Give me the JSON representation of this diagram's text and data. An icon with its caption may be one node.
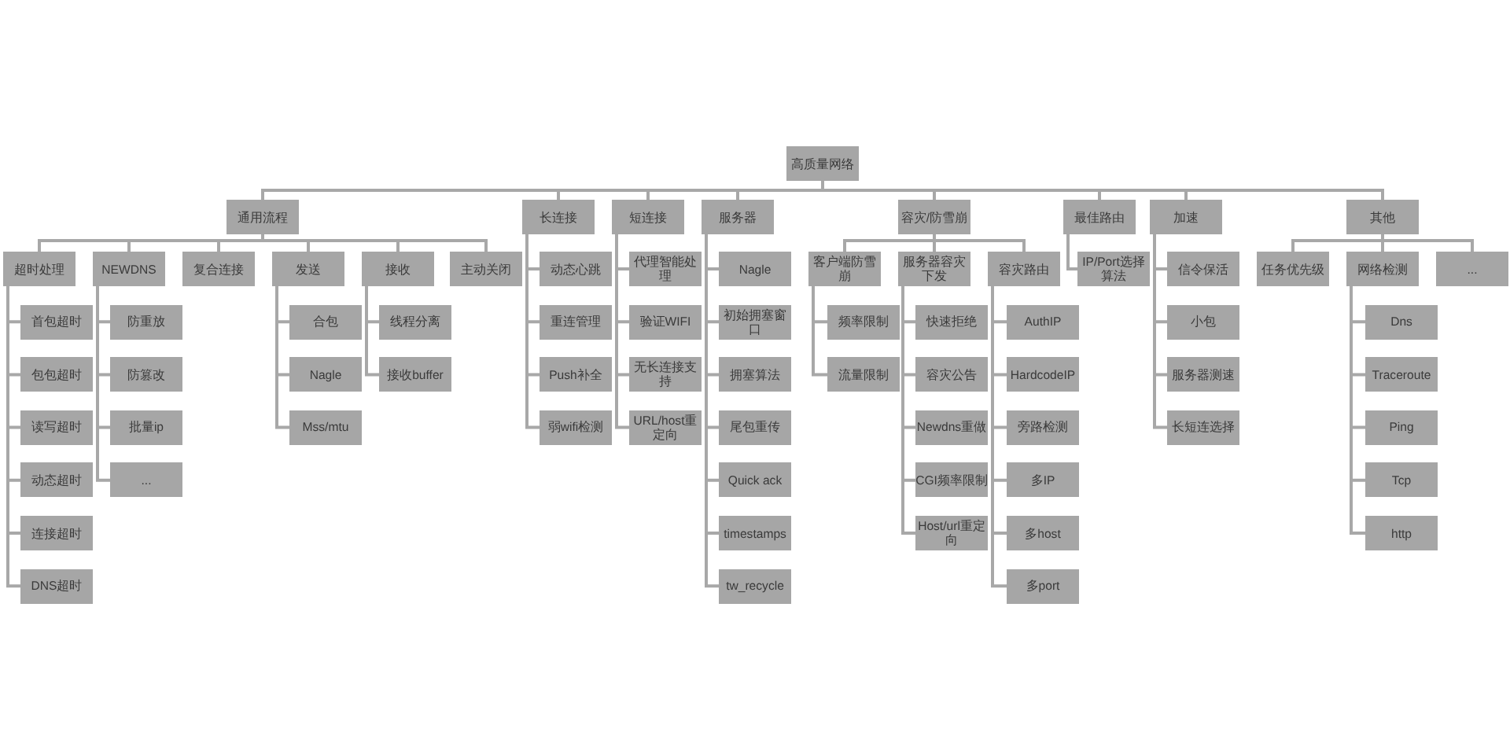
{
  "diagram": {
    "nodes": [
      {
        "text": [
          "高质量网络"
        ]
      },
      {
        "text": [
          "通用流程"
        ]
      },
      {
        "text": [
          "超时处理"
        ]
      },
      {
        "text": [
          "首包超时"
        ]
      },
      {
        "text": [
          "包包超时"
        ]
      },
      {
        "text": [
          "读写超时"
        ]
      },
      {
        "text": [
          "动态超时"
        ]
      },
      {
        "text": [
          "连接超时"
        ]
      },
      {
        "text": [
          "DNS超时"
        ]
      },
      {
        "text": [
          "NEWDNS"
        ]
      },
      {
        "text": [
          "防重放"
        ]
      },
      {
        "text": [
          "防篡改"
        ]
      },
      {
        "text": [
          "批量ip"
        ]
      },
      {
        "text": [
          "..."
        ]
      },
      {
        "text": [
          "复合连接"
        ]
      },
      {
        "text": [
          "发送"
        ]
      },
      {
        "text": [
          "合包"
        ]
      },
      {
        "text": [
          "Nagle"
        ]
      },
      {
        "text": [
          "Mss/mtu"
        ]
      },
      {
        "text": [
          "接收"
        ]
      },
      {
        "text": [
          "线程分离"
        ]
      },
      {
        "text": [
          "接收buffer"
        ]
      },
      {
        "text": [
          "主动关闭"
        ]
      },
      {
        "text": [
          "长连接"
        ]
      },
      {
        "text": [
          "动态心跳"
        ]
      },
      {
        "text": [
          "重连管理"
        ]
      },
      {
        "text": [
          "Push补全"
        ]
      },
      {
        "text": [
          "弱wifi检测"
        ]
      },
      {
        "text": [
          "短连接"
        ]
      },
      {
        "text": [
          "代理智能处理"
        ]
      },
      {
        "text": [
          "验证WIFI"
        ]
      },
      {
        "text": [
          "无长连接支持"
        ]
      },
      {
        "text": [
          "URL/host重定向"
        ]
      },
      {
        "text": [
          "服务器"
        ]
      },
      {
        "text": [
          "Nagle"
        ]
      },
      {
        "text": [
          "初始拥塞窗口"
        ]
      },
      {
        "text": [
          "拥塞算法"
        ]
      },
      {
        "text": [
          "尾包重传"
        ]
      },
      {
        "text": [
          "Quick ack"
        ]
      },
      {
        "text": [
          "timestamps"
        ]
      },
      {
        "text": [
          "tw_recycle"
        ]
      },
      {
        "text": [
          "容灾/防雪崩"
        ]
      },
      {
        "text": [
          "客户端防雪崩"
        ]
      },
      {
        "text": [
          "频率限制"
        ]
      },
      {
        "text": [
          "流量限制"
        ]
      },
      {
        "text": [
          "服务器容灾下发"
        ]
      },
      {
        "text": [
          "快速拒绝"
        ]
      },
      {
        "text": [
          "容灾公告"
        ]
      },
      {
        "text": [
          "Newdns重做"
        ]
      },
      {
        "text": [
          "CGI频率限制"
        ]
      },
      {
        "text": [
          "Host/url重定向"
        ]
      },
      {
        "text": [
          "容灾路由"
        ]
      },
      {
        "text": [
          "AuthIP"
        ]
      },
      {
        "text": [
          "HardcodeIP"
        ]
      },
      {
        "text": [
          "旁路检测"
        ]
      },
      {
        "text": [
          "多IP"
        ]
      },
      {
        "text": [
          "多host"
        ]
      },
      {
        "text": [
          "多port"
        ]
      },
      {
        "text": [
          "最佳路由"
        ]
      },
      {
        "text": [
          "IP/Port选择算法"
        ]
      },
      {
        "text": [
          "加速"
        ]
      },
      {
        "text": [
          "信令保活"
        ]
      },
      {
        "text": [
          "小包"
        ]
      },
      {
        "text": [
          "服务器测速"
        ]
      },
      {
        "text": [
          "长短连选择"
        ]
      },
      {
        "text": [
          "其他"
        ]
      },
      {
        "text": [
          "任务优先级"
        ]
      },
      {
        "text": [
          "网络检测"
        ]
      },
      {
        "text": [
          "Dns"
        ]
      },
      {
        "text": [
          "Traceroute"
        ]
      },
      {
        "text": [
          "Ping"
        ]
      },
      {
        "text": [
          "Tcp"
        ]
      },
      {
        "text": [
          "http"
        ]
      },
      {
        "text": [
          "..."
        ]
      }
    ],
    "edges": [
      {
        "from": 0,
        "to": 1,
        "arrow": "none"
      },
      {
        "from": 1,
        "to": 2,
        "arrow": "none"
      },
      {
        "from": 2,
        "to": 3,
        "arrow": "none"
      },
      {
        "from": 2,
        "to": 4,
        "arrow": "none"
      },
      {
        "from": 2,
        "to": 5,
        "arrow": "none"
      },
      {
        "from": 2,
        "to": 6,
        "arrow": "none"
      },
      {
        "from": 2,
        "to": 7,
        "arrow": "none"
      },
      {
        "from": 2,
        "to": 8,
        "arrow": "none"
      },
      {
        "from": 1,
        "to": 9,
        "arrow": "none"
      },
      {
        "from": 9,
        "to": 10,
        "arrow": "none"
      },
      {
        "from": 9,
        "to": 11,
        "arrow": "none"
      },
      {
        "from": 9,
        "to": 12,
        "arrow": "none"
      },
      {
        "from": 9,
        "to": 13,
        "arrow": "none"
      },
      {
        "from": 1,
        "to": 14,
        "arrow": "none"
      },
      {
        "from": 1,
        "to": 15,
        "arrow": "none"
      },
      {
        "from": 15,
        "to": 16,
        "arrow": "none"
      },
      {
        "from": 15,
        "to": 17,
        "arrow": "none"
      },
      {
        "from": 15,
        "to": 18,
        "arrow": "none"
      },
      {
        "from": 1,
        "to": 19,
        "arrow": "none"
      },
      {
        "from": 19,
        "to": 20,
        "arrow": "none"
      },
      {
        "from": 19,
        "to": 21,
        "arrow": "none"
      },
      {
        "from": 1,
        "to": 22,
        "arrow": "none"
      },
      {
        "from": 0,
        "to": 23,
        "arrow": "none"
      },
      {
        "from": 23,
        "to": 24,
        "arrow": "none"
      },
      {
        "from": 23,
        "to": 25,
        "arrow": "none"
      },
      {
        "from": 23,
        "to": 26,
        "arrow": "none"
      },
      {
        "from": 23,
        "to": 27,
        "arrow": "none"
      },
      {
        "from": 0,
        "to": 28,
        "arrow": "none"
      },
      {
        "from": 28,
        "to": 29,
        "arrow": "none"
      },
      {
        "from": 28,
        "to": 30,
        "arrow": "none"
      },
      {
        "from": 28,
        "to": 31,
        "arrow": "none"
      },
      {
        "from": 28,
        "to": 32,
        "arrow": "none"
      },
      {
        "from": 0,
        "to": 33,
        "arrow": "none"
      },
      {
        "from": 33,
        "to": 34,
        "arrow": "none"
      },
      {
        "from": 33,
        "to": 35,
        "arrow": "none"
      },
      {
        "from": 33,
        "to": 36,
        "arrow": "none"
      },
      {
        "from": 33,
        "to": 37,
        "arrow": "none"
      },
      {
        "from": 33,
        "to": 38,
        "arrow": "none"
      },
      {
        "from": 33,
        "to": 39,
        "arrow": "none"
      },
      {
        "from": 33,
        "to": 40,
        "arrow": "none"
      },
      {
        "from": 0,
        "to": 41,
        "arrow": "none"
      },
      {
        "from": 41,
        "to": 42,
        "arrow": "none"
      },
      {
        "from": 42,
        "to": 43,
        "arrow": "none"
      },
      {
        "from": 42,
        "to": 44,
        "arrow": "none"
      },
      {
        "from": 41,
        "to": 45,
        "arrow": "none"
      },
      {
        "from": 45,
        "to": 46,
        "arrow": "none"
      },
      {
        "from": 45,
        "to": 47,
        "arrow": "none"
      },
      {
        "from": 45,
        "to": 48,
        "arrow": "none"
      },
      {
        "from": 45,
        "to": 49,
        "arrow": "none"
      },
      {
        "from": 45,
        "to": 50,
        "arrow": "none"
      },
      {
        "from": 41,
        "to": 51,
        "arrow": "none"
      },
      {
        "from": 51,
        "to": 52,
        "arrow": "none"
      },
      {
        "from": 51,
        "to": 53,
        "arrow": "none"
      },
      {
        "from": 51,
        "to": 54,
        "arrow": "none"
      },
      {
        "from": 51,
        "to": 55,
        "arrow": "none"
      },
      {
        "from": 51,
        "to": 56,
        "arrow": "none"
      },
      {
        "from": 51,
        "to": 57,
        "arrow": "none"
      },
      {
        "from": 0,
        "to": 58,
        "arrow": "none"
      },
      {
        "from": 58,
        "to": 59,
        "arrow": "none"
      },
      {
        "from": 0,
        "to": 60,
        "arrow": "none"
      },
      {
        "from": 60,
        "to": 61,
        "arrow": "none"
      },
      {
        "from": 60,
        "to": 62,
        "arrow": "none"
      },
      {
        "from": 60,
        "to": 63,
        "arrow": "none"
      },
      {
        "from": 60,
        "to": 64,
        "arrow": "none"
      },
      {
        "from": 0,
        "to": 65,
        "arrow": "none"
      },
      {
        "from": 65,
        "to": 66,
        "arrow": "none"
      },
      {
        "from": 65,
        "to": 67,
        "arrow": "none"
      },
      {
        "from": 67,
        "to": 68,
        "arrow": "none"
      },
      {
        "from": 67,
        "to": 69,
        "arrow": "none"
      },
      {
        "from": 67,
        "to": 70,
        "arrow": "none"
      },
      {
        "from": 67,
        "to": 71,
        "arrow": "none"
      },
      {
        "from": 67,
        "to": 72,
        "arrow": "none"
      },
      {
        "from": 65,
        "to": 73,
        "arrow": "none"
      }
    ]
  }
}
